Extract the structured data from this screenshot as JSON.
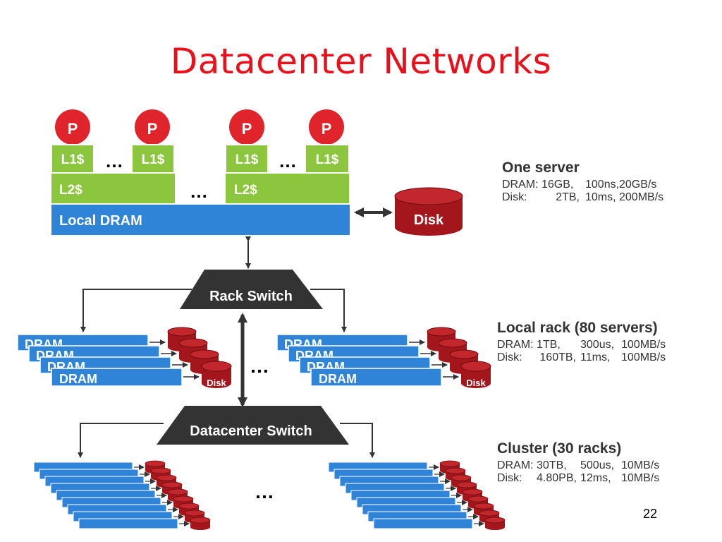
{
  "title": "Datacenter Networks",
  "page_number": "22",
  "labels": {
    "processor": "P",
    "l1": "L1$",
    "l2": "L2$",
    "local_dram": "Local DRAM",
    "disk": "Disk",
    "rack_switch": "Rack Switch",
    "datacenter_switch": "Datacenter Switch",
    "dram": "DRAM",
    "ellipsis": "…"
  },
  "levels": [
    {
      "heading": "One server",
      "rows": [
        {
          "label": "DRAM:",
          "c1": "16GB,",
          "c2": "100ns,",
          "c3": "20GB/s"
        },
        {
          "label": "Disk:",
          "c1": "2TB,",
          "c2": "10ms,",
          "c3": "200MB/s"
        }
      ]
    },
    {
      "heading": "Local rack (80 servers)",
      "rows": [
        {
          "label": "DRAM:",
          "c1": "1TB,",
          "c2": "300us,",
          "c3": "100MB/s"
        },
        {
          "label": "Disk:",
          "c1": "160TB,",
          "c2": "11ms,",
          "c3": "100MB/s"
        }
      ]
    },
    {
      "heading": "Cluster (30 racks)",
      "rows": [
        {
          "label": "DRAM:",
          "c1": "30TB,",
          "c2": "500us,",
          "c3": "10MB/s"
        },
        {
          "label": "Disk:",
          "c1": "4.80PB,",
          "c2": "12ms,",
          "c3": "10MB/s"
        }
      ]
    }
  ],
  "colors": {
    "title": "#e8101a",
    "cache_green": "#8cc63e",
    "dram_blue": "#2f84d8",
    "disk_red": "#a3161b",
    "processor_red": "#e0242b",
    "switch_gray": "#333333"
  }
}
